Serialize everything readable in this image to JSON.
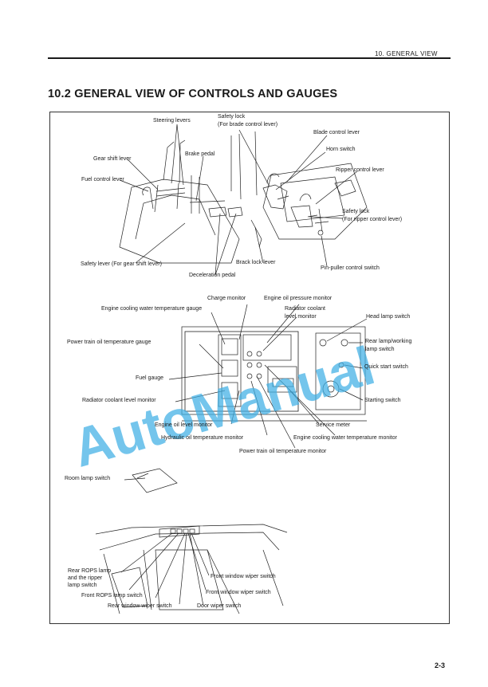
{
  "header": {
    "section": "10. GENERAL VIEW"
  },
  "title": "10.2 GENERAL VIEW OF CONTROLS AND GAUGES",
  "figure1": {
    "steering_levers": "Steering levers",
    "safety_lock_1": "Safety lock",
    "safety_lock_1b": "(For brade control lever)",
    "blade_control_lever": "Blade control lever",
    "gear_shift_lever": "Gear shift lever",
    "brake_pedal": "Brake pedal",
    "horn_switch": "Horn switch",
    "fuel_control_lever": "Fuel control lever",
    "ripper_control_lever": "Ripper control lever",
    "safety_lock_2": "Safety lock",
    "safety_lock_2b": "(For ripper control lever)",
    "safety_lever": "Safety lever (For gear shift lever)",
    "brack_lock_lever": "Brack lock lever",
    "pin_puller": "Pin-puller control switch",
    "deceleration_pedal": "Deceleration pedal"
  },
  "figure2": {
    "charge_monitor": "Charge monitor",
    "engine_oil_pressure_monitor": "Engine oil pressure monitor",
    "engine_cooling_water_gauge": "Engine cooling water temperature gauge",
    "radiator_coolant_level_monitor_1": "Radiator coolant",
    "radiator_coolant_level_monitor_1b": "level monitor",
    "head_lamp_switch": "Head lamp switch",
    "power_train_oil_gauge": "Power train oil temperature gauge",
    "rear_lamp_1": "Rear lamp/working",
    "rear_lamp_1b": "lamp switch",
    "quick_start_switch": "Quick start switch",
    "fuel_gauge": "Fuel gauge",
    "radiator_coolant_level_monitor_2": "Radiator coolant level monitor",
    "starting_switch": "Starting switch",
    "engine_oil_level_monitor": "Engine oil level monitor",
    "service_meter": "Service meter",
    "hydraulic_oil_monitor": "Hydraulic oil temperature monitor",
    "engine_cooling_water_monitor": "Engine cooling water temperature monitor",
    "power_train_oil_monitor": "Power train oil temperature monitor"
  },
  "figure3": {
    "room_lamp_switch": "Room lamp switch"
  },
  "figure4": {
    "rear_rops_1": "Rear ROPS lamp",
    "rear_rops_2": "and the ripper",
    "rear_rops_3": "lamp switch",
    "front_window_wiper_switch_1": "Front window wiper switch",
    "front_window_wiper_switch_2": "Front window wiper switch",
    "front_rops_lamp_switch": "Front ROPS lamp switch",
    "rear_window_wiper_switch": "Rear window wiper switch",
    "door_wiper_switch": "Door wiper switch"
  },
  "watermark": "AutoManual",
  "page_number": "2-3",
  "colors": {
    "ink": "#1a1a1a",
    "watermark": "#3fb0e6"
  }
}
